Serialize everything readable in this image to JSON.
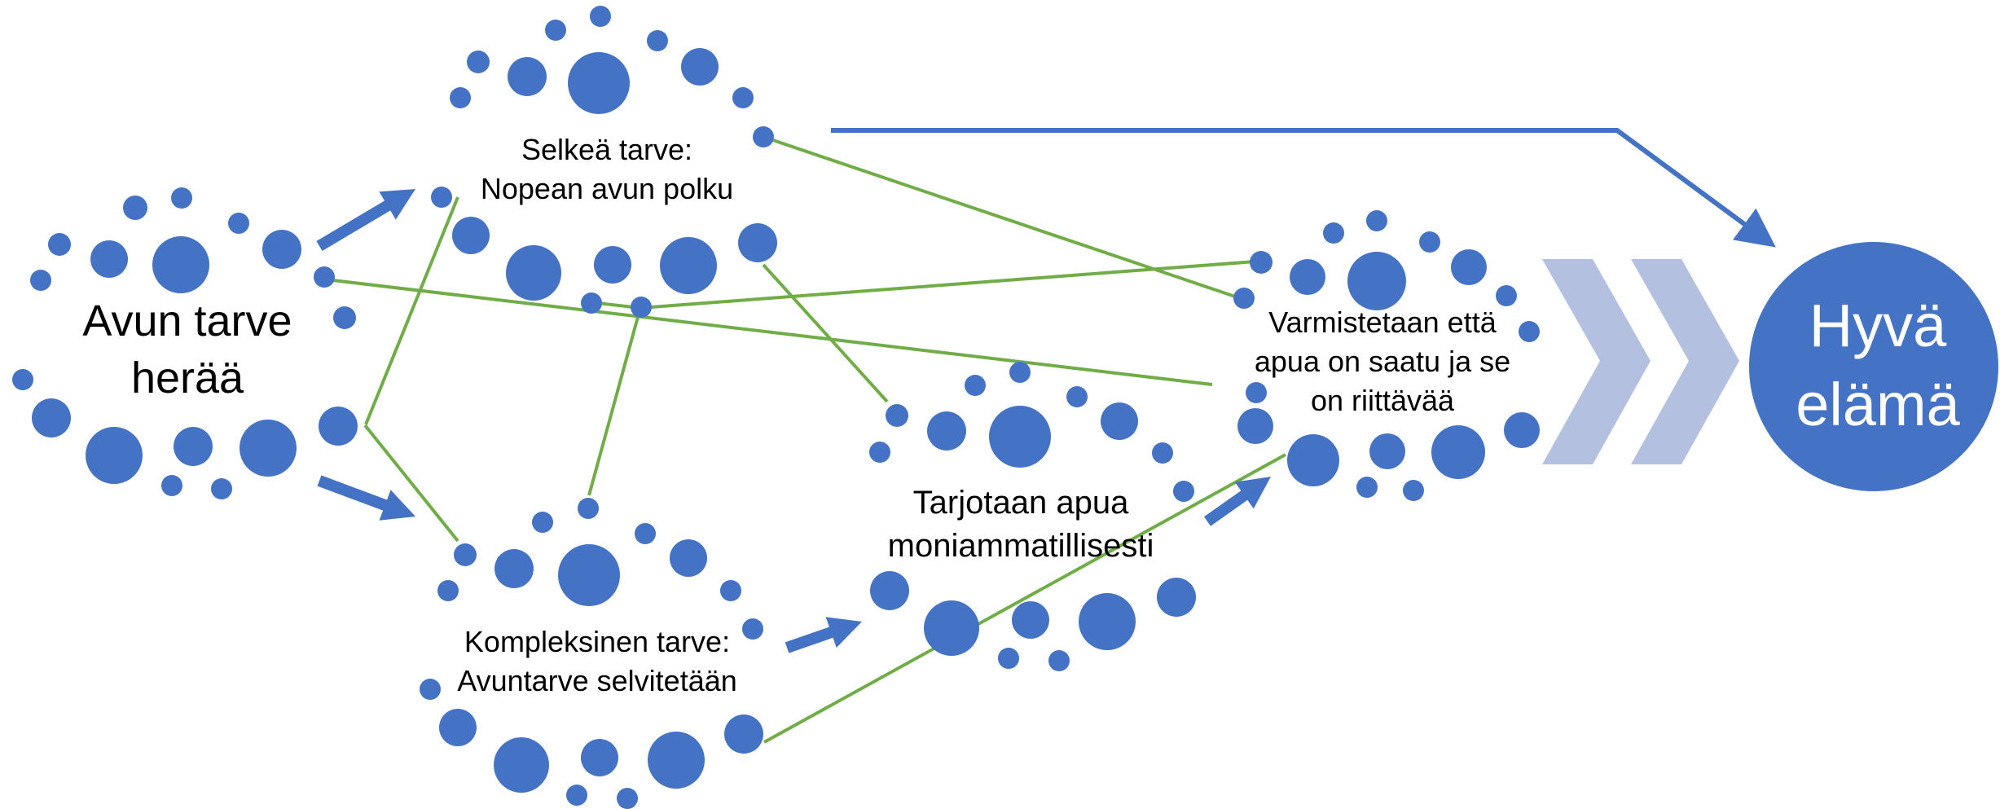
{
  "colors": {
    "dot": "#4472c4",
    "arrow": "#4472c4",
    "connector": "#70ad47",
    "chevron": "#b4c0e0",
    "goal_fill": "#4472c4",
    "goal_text": "#ffffff"
  },
  "nodes": {
    "start": {
      "line1": "Avun tarve",
      "line2": "herää"
    },
    "clear_need": {
      "line1": "Selkeä tarve:",
      "line2": "Nopean avun polku"
    },
    "complex_need": {
      "line1": "Kompleksinen tarve:",
      "line2": "Avuntarve selvitetään"
    },
    "multiprofessional": {
      "line1": "Tarjotaan apua",
      "line2": "moniammatillisesti"
    },
    "verify": {
      "line1": "Varmistetaan että",
      "line2": "apua on saatu ja se",
      "line3": "on riittävää"
    },
    "goal": {
      "line1": "Hyvä",
      "line2": "elämä"
    }
  },
  "icons": {
    "chevrons": "double-chevron-right-icon",
    "arrows": "arrow-right-icon"
  }
}
